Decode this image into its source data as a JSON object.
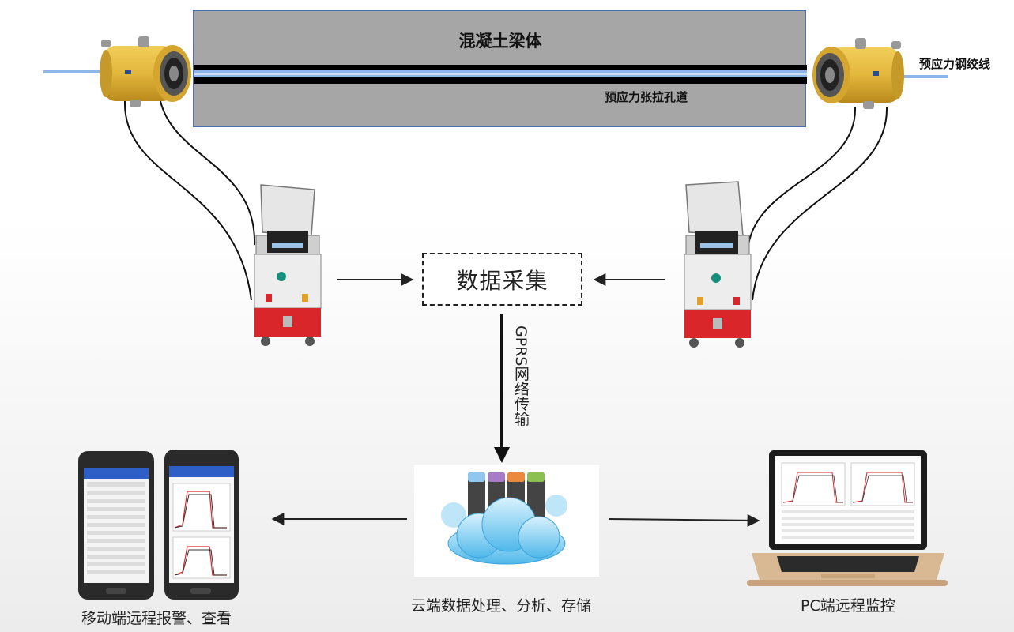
{
  "beam": {
    "title": "混凝土梁体",
    "duct_label": "预应力张拉孔道"
  },
  "strand_label": "预应力钢绞线",
  "data_collection": {
    "label": "数据采集"
  },
  "transmission_label": "GPRS网络传输",
  "captions": {
    "mobile": "移动端远程报警、查看",
    "cloud": "云端数据处理、分析、存储",
    "pc": "PC端远程监控"
  },
  "icons": {
    "jack": "hydraulic-jack-icon",
    "pump": "tensioning-pump-icon",
    "cloud": "cloud-server-icon",
    "phone": "smartphone-icon",
    "laptop": "laptop-icon"
  },
  "colors": {
    "beam": "#a6a6a6",
    "strand": "#8fb6e8",
    "jack": "#e3b63c",
    "pump_base": "#d8262a",
    "phone_header": "#2e5fc7"
  }
}
